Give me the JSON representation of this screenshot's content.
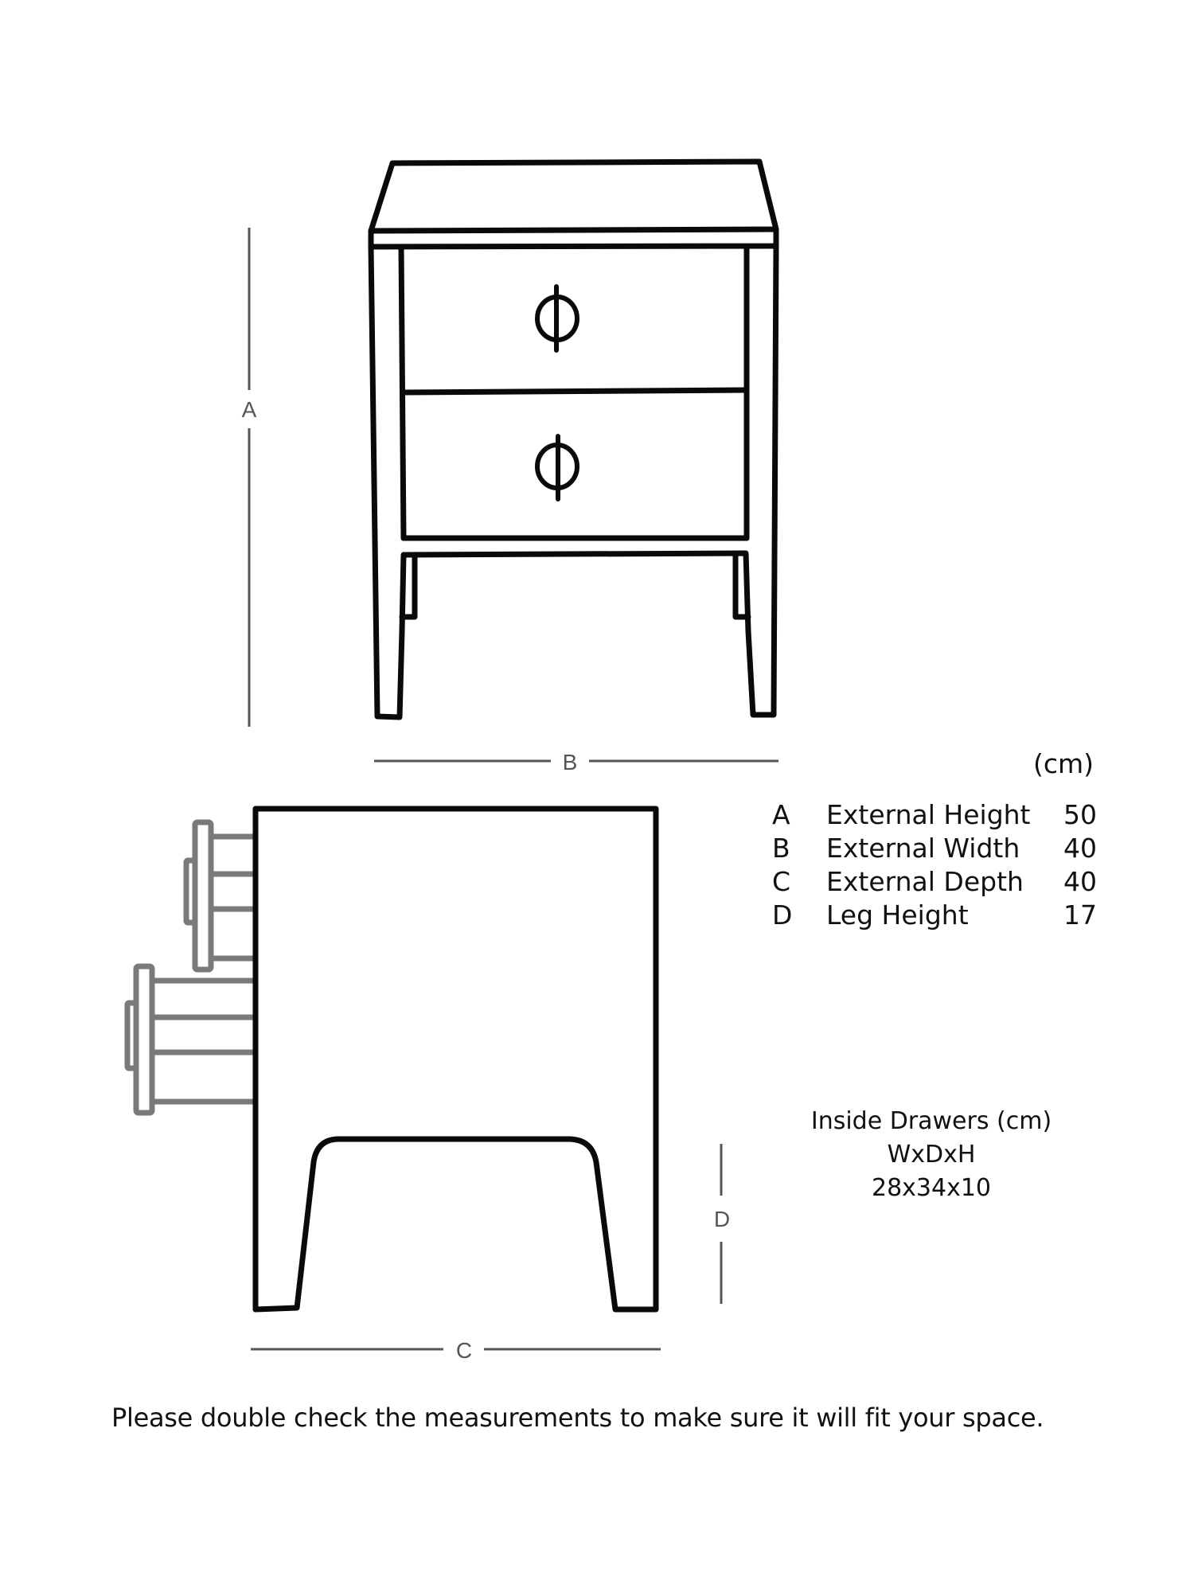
{
  "diagram": {
    "type": "furniture-dimension-drawing",
    "subject": "Two-drawer bedside table",
    "views": [
      {
        "name": "front-view",
        "dimension_labels": [
          "A",
          "B"
        ]
      },
      {
        "name": "side-view",
        "dimension_labels": [
          "C",
          "D"
        ],
        "drawers_shown_open": 2
      }
    ],
    "dimension_labels": {
      "A": "A",
      "B": "B",
      "C": "C",
      "D": "D"
    },
    "line_colors": {
      "outline": "#0a0a0a",
      "open_drawers": "#7a7a7a",
      "dimension_lines": "#555555"
    }
  },
  "specs": {
    "units": "(cm)",
    "rows": [
      {
        "letter": "A",
        "name": "External Height",
        "value": "50"
      },
      {
        "letter": "B",
        "name": "External Width",
        "value": "40"
      },
      {
        "letter": "C",
        "name": "External Depth",
        "value": "40"
      },
      {
        "letter": "D",
        "name": "Leg Height",
        "value": "17"
      }
    ]
  },
  "inside_drawers": {
    "title": "Inside Drawers (cm)",
    "format": "WxDxH",
    "value": "28x34x10"
  },
  "footer": {
    "note": "Please double check the measurements to make sure it will fit your space."
  }
}
